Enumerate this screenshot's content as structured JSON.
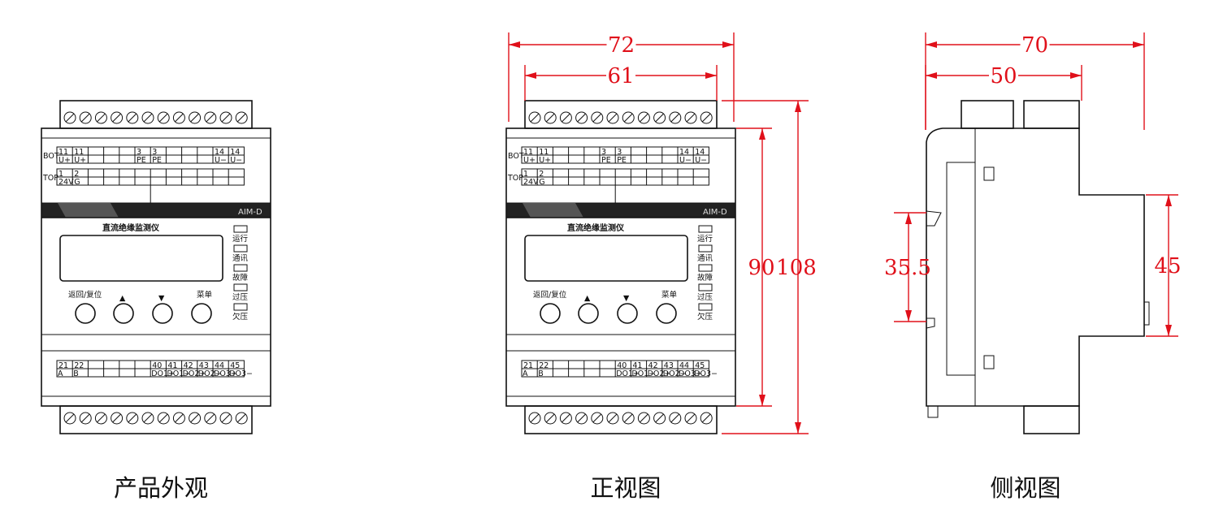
{
  "captions": {
    "appearance": "产品外观",
    "front": "正视图",
    "side": "侧视图"
  },
  "device": {
    "model": "AIM-D",
    "name": "直流绝缘监测仪",
    "row_bot_label": "BOT",
    "row_top_label": "TOP",
    "bot_terminals": [
      {
        "num": "11",
        "sig": "U+"
      },
      {
        "num": "11",
        "sig": "U+"
      },
      {
        "num": "",
        "sig": ""
      },
      {
        "num": "",
        "sig": ""
      },
      {
        "num": "",
        "sig": ""
      },
      {
        "num": "3",
        "sig": "PE"
      },
      {
        "num": "3",
        "sig": "PE"
      },
      {
        "num": "",
        "sig": ""
      },
      {
        "num": "",
        "sig": ""
      },
      {
        "num": "",
        "sig": ""
      },
      {
        "num": "14",
        "sig": "U−"
      },
      {
        "num": "14",
        "sig": "U−"
      }
    ],
    "top_terminals": [
      {
        "num": "1",
        "sig": "24V"
      },
      {
        "num": "2",
        "sig": "G"
      },
      {
        "num": "",
        "sig": ""
      },
      {
        "num": "",
        "sig": ""
      },
      {
        "num": "",
        "sig": ""
      },
      {
        "num": "",
        "sig": ""
      },
      {
        "num": "",
        "sig": ""
      },
      {
        "num": "",
        "sig": ""
      },
      {
        "num": "",
        "sig": ""
      },
      {
        "num": "",
        "sig": ""
      },
      {
        "num": "",
        "sig": ""
      },
      {
        "num": "",
        "sig": ""
      }
    ],
    "lower_terminals": [
      {
        "num": "21",
        "sig": "A"
      },
      {
        "num": "22",
        "sig": "B"
      },
      {
        "num": "",
        "sig": ""
      },
      {
        "num": "",
        "sig": ""
      },
      {
        "num": "",
        "sig": ""
      },
      {
        "num": "",
        "sig": ""
      },
      {
        "num": "40",
        "sig": "DO1+"
      },
      {
        "num": "41",
        "sig": "DO1−"
      },
      {
        "num": "42",
        "sig": "DO2+"
      },
      {
        "num": "43",
        "sig": "DO2−"
      },
      {
        "num": "44",
        "sig": "DO3+"
      },
      {
        "num": "45",
        "sig": "DO3−"
      }
    ],
    "leds": [
      "运行",
      "通讯",
      "故障",
      "过压",
      "欠压"
    ],
    "buttons": [
      "返回/复位",
      "▲",
      "▼",
      "菜单"
    ]
  },
  "dimensions": {
    "front_width_total": "72",
    "front_width_body": "61",
    "front_height_total": "108",
    "front_height_body": "90",
    "side_depth_total": "70",
    "side_depth_body": "50",
    "side_rail": "35.5",
    "side_height": "45"
  },
  "colors": {
    "line": "#111111",
    "dimension": "#e0101a"
  }
}
